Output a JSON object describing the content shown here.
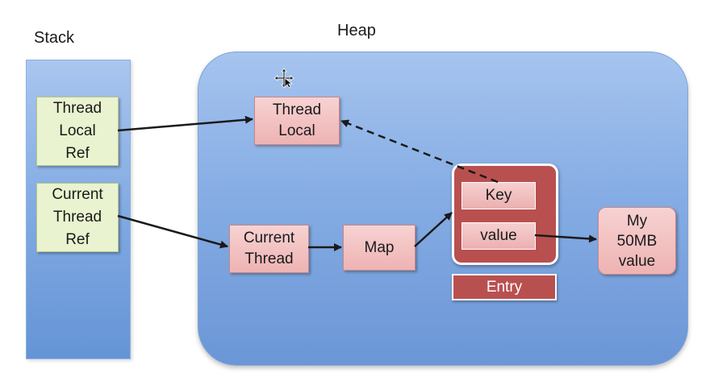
{
  "stack": {
    "title": "Stack",
    "thread_local_ref": "Thread\nLocal\nRef",
    "current_thread_ref": "Current\nThread\nRef"
  },
  "heap": {
    "title": "Heap",
    "thread_local": "Thread\nLocal",
    "current_thread": "Current\nThread",
    "map": "Map",
    "entry": {
      "key": "Key",
      "value": "value",
      "label": "Entry"
    },
    "my_value": "My\n50MB\nvalue"
  },
  "colors": {
    "stack_box": "#e9f3cf",
    "heap_box": "#eeb3b3",
    "entry": "#b95050",
    "heap_region": "#86ade4"
  }
}
